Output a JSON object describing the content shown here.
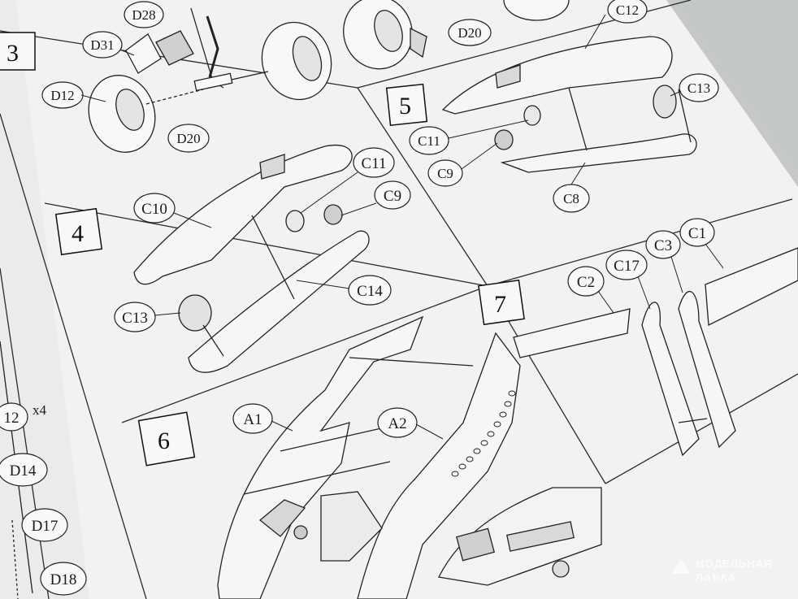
{
  "steps": {
    "s3": "3",
    "s4": "4",
    "s5": "5",
    "s6": "6",
    "s7": "7"
  },
  "parts": {
    "d28": "D28",
    "d31": "D31",
    "d12": "D12",
    "d20a": "D20",
    "d20b": "D20",
    "c12": "C12",
    "c13a": "C13",
    "c11a": "C11",
    "c9a": "C9",
    "c8": "C8",
    "c10": "C10",
    "c11b": "C11",
    "c9b": "C9",
    "c14": "C14",
    "c13b": "C13",
    "a1": "A1",
    "a2": "A2",
    "c2": "C2",
    "c17": "C17",
    "c3": "C3",
    "c1": "C1",
    "d14": "D14",
    "d17": "D17",
    "d18": "D18",
    "p12": "12",
    "x4": "x4"
  },
  "watermark": {
    "line1": "МОДЕЛЬНАЯ",
    "line2": "ЛАВКА"
  }
}
